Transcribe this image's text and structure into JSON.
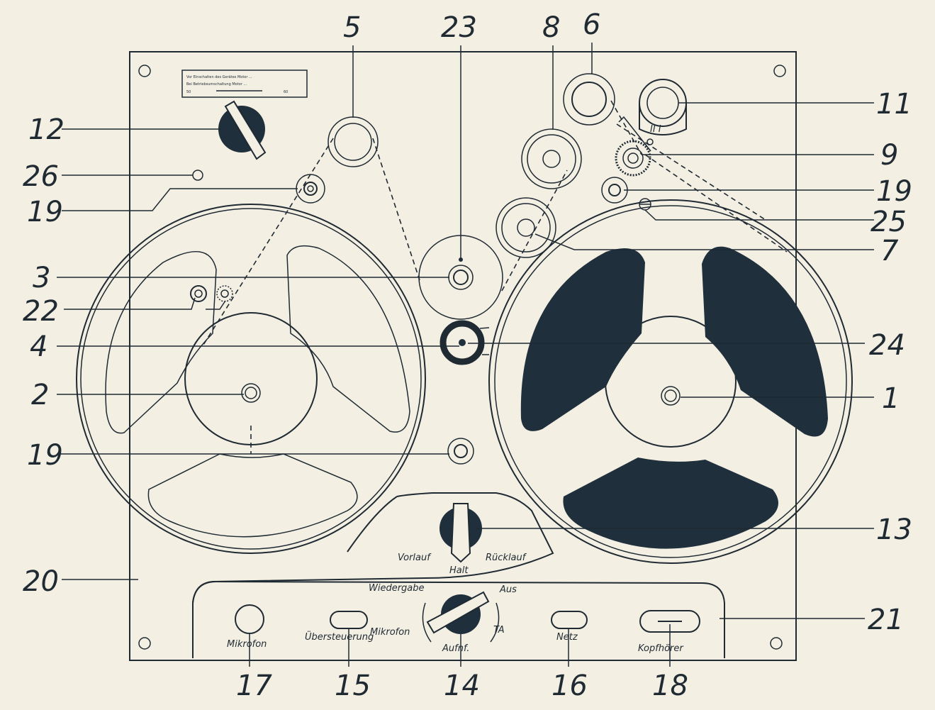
{
  "callouts": [
    {
      "id": "1",
      "label": "1"
    },
    {
      "id": "2",
      "label": "2"
    },
    {
      "id": "3",
      "label": "3"
    },
    {
      "id": "4",
      "label": "4"
    },
    {
      "id": "5",
      "label": "5"
    },
    {
      "id": "6",
      "label": "6"
    },
    {
      "id": "7",
      "label": "7"
    },
    {
      "id": "8",
      "label": "8"
    },
    {
      "id": "9",
      "label": "9"
    },
    {
      "id": "11",
      "label": "11"
    },
    {
      "id": "12",
      "label": "12"
    },
    {
      "id": "13",
      "label": "13"
    },
    {
      "id": "14",
      "label": "14"
    },
    {
      "id": "15",
      "label": "15"
    },
    {
      "id": "16",
      "label": "16"
    },
    {
      "id": "17",
      "label": "17"
    },
    {
      "id": "18",
      "label": "18"
    },
    {
      "id": "19a",
      "label": "19"
    },
    {
      "id": "19b",
      "label": "19"
    },
    {
      "id": "19c",
      "label": "19"
    },
    {
      "id": "20",
      "label": "20"
    },
    {
      "id": "21",
      "label": "21"
    },
    {
      "id": "22",
      "label": "22"
    },
    {
      "id": "23",
      "label": "23"
    },
    {
      "id": "24",
      "label": "24"
    },
    {
      "id": "25",
      "label": "25"
    },
    {
      "id": "26",
      "label": "26"
    }
  ],
  "panel_labels": {
    "vorlauf": "Vorlauf",
    "halt": "Halt",
    "ruecklauf": "Rücklauf",
    "wiedergabe": "Wiedergabe",
    "aus": "Aus",
    "ta": "TA",
    "aufnahme": "Aufnf.",
    "mikrofon_input": "Mikrofon",
    "ueberst": "Übersteuerung",
    "mikrofon_sel": "Mikrofon",
    "netz": "Netz",
    "kopfhoerer": "Kopfhörer"
  },
  "plate": {
    "line1": "Vor Einschalten des Gerätes Motor ...",
    "line2": "Bei Betriebsumschaltung Motor ...",
    "line3_left": "50",
    "line3_right": "60"
  },
  "counter": {
    "digits": "II I"
  },
  "colors": {
    "background": "#f3efe3",
    "ink": "#1f2a33",
    "reel_dark": "#1f2f3c"
  }
}
